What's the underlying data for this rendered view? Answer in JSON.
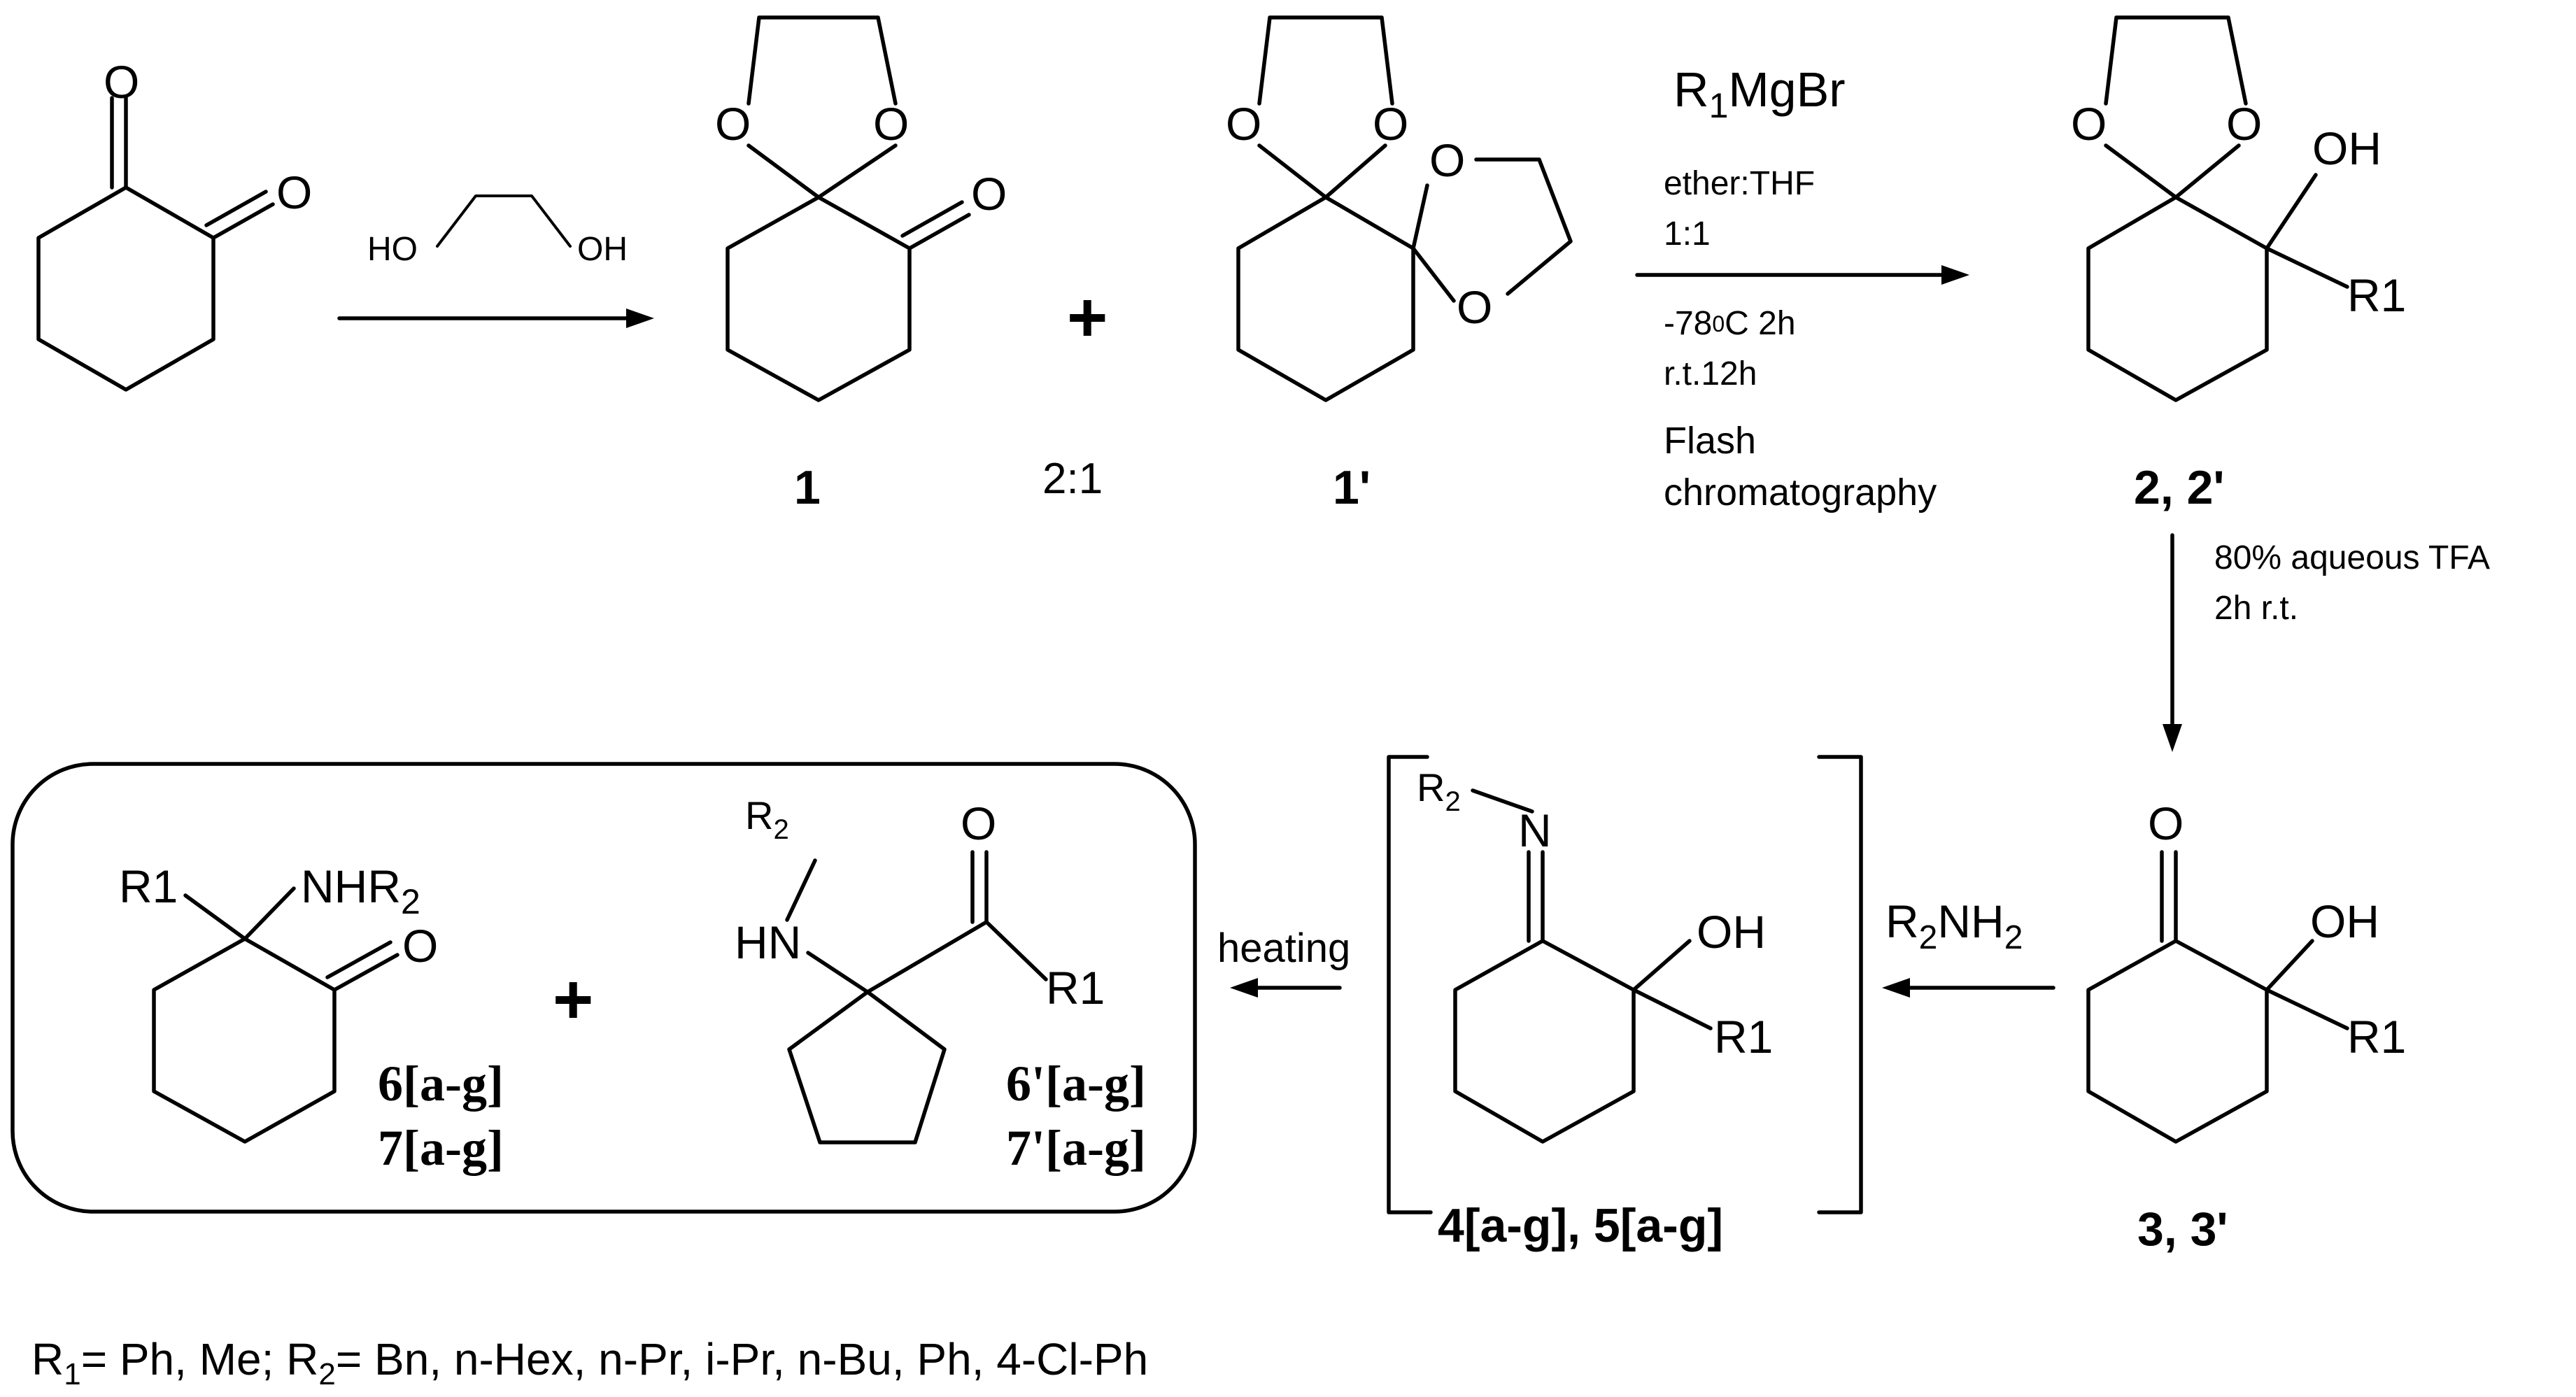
{
  "atoms": {
    "O": "O",
    "OH": "OH",
    "R1": "R1",
    "H": "H",
    "N": "N",
    "HN": "HN",
    "NHR2_main": "NHR",
    "R2_sub": "2",
    "R_main": "R",
    "NH2_main": "NH",
    "NH2_sub": "2",
    "HO_left": "HO",
    "OH_right": "OH"
  },
  "compounds": {
    "c1": "1",
    "c1p": "1'",
    "c2": "2, 2'",
    "c3": "3, 3'",
    "c45": "4[a-g], 5[a-g]",
    "c6": "6[a-g]",
    "c7": "7[a-g]",
    "c6p": "6'[a-g]",
    "c7p": "7'[a-g]"
  },
  "plus": "+",
  "ratio": "2:1",
  "conditions": {
    "grignard_main": "R",
    "grignard_sub": "1",
    "grignard_rest": "MgBr",
    "solvent": "ether:THF",
    "solvent_ratio": "1:1",
    "temp_a": "-78",
    "temp_sup": "0",
    "temp_b": "C 2h",
    "rt": "r.t.12h",
    "flash": "Flash",
    "chrom": "chromatography",
    "tfa": "80% aqueous TFA",
    "tfa_time": "2h r.t.",
    "amine_sub_r": "2",
    "heating": "heating"
  },
  "footnote": {
    "r1": "R",
    "r1_sub": "1",
    "r1_vals": "= Ph, Me; R",
    "r2_sub": "2",
    "r2_vals": "= Bn, n-Hex, n-Pr, i-Pr, n-Bu, Ph, 4-Cl-Ph"
  }
}
